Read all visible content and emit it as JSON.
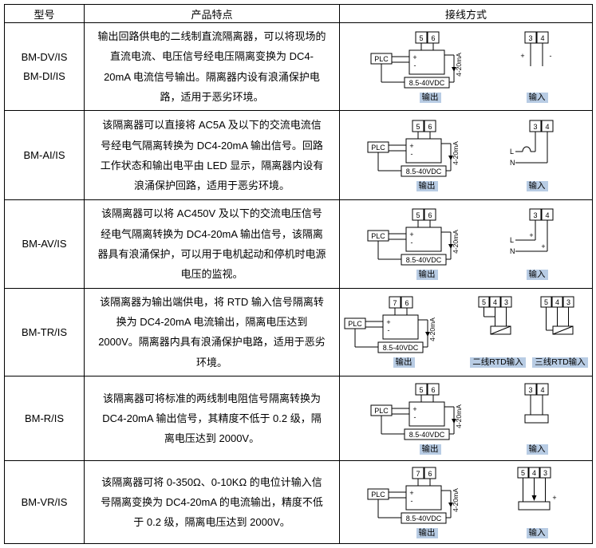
{
  "colors": {
    "label_highlight": "#b8cce4",
    "border": "#000000"
  },
  "sym": {
    "plus": "+",
    "minus": "-"
  },
  "table": {
    "headers": [
      "型号",
      "产品特点",
      "接线方式"
    ],
    "rows": [
      {
        "model": "BM-DV/IS\nBM-DI/IS",
        "features": "输出回路供电的二线制直流隔离器，可以将现场的直流电流、电压信号经电压隔离变换为 DC4-20mA 电流信号输出。隔离器内设有浪涌保护电路，适用于恶劣环境。",
        "out": {
          "plc": "PLC",
          "t1": "5",
          "t2": "6",
          "signal": "4-20mA",
          "supply": "8.5-40VDC",
          "label": "输出"
        },
        "input": {
          "t1": "3",
          "t2": "4",
          "label": "输入"
        }
      },
      {
        "model": "BM-AI/IS",
        "features": "该隔离器可以直接将 AC5A 及以下的交流电流信号经电气隔离转换为 DC4-20mA 输出信号。回路工作状态和输出电平由 LED 显示，隔离器内设有浪涌保护回路，适用于恶劣环境。",
        "out": {
          "plc": "PLC",
          "t1": "5",
          "t2": "6",
          "signal": "4-20mA",
          "supply": "8.5-40VDC",
          "label": "输出"
        },
        "input": {
          "t1": "3",
          "t2": "4",
          "l": "L",
          "n": "N",
          "label": "输入"
        }
      },
      {
        "model": "BM-AV/IS",
        "features": "该隔离器可以将 AC450V 及以下的交流电压信号经电气隔离转换为 DC4-20mA 输出信号，该隔离器具有浪涌保护，可以用于电机起动和停机时电源电压的监视。",
        "out": {
          "plc": "PLC",
          "t1": "5",
          "t2": "6",
          "signal": "4-20mA",
          "supply": "8.5-40VDC",
          "label": "输出"
        },
        "input": {
          "t1": "3",
          "t2": "4",
          "l": "L",
          "n": "N",
          "label": "输入"
        }
      },
      {
        "model": "BM-TR/IS",
        "features": "该隔离器为输出端供电，将 RTD 输入信号隔离转换为 DC4-20mA 电流输出，隔离电压达到 2000V。隔离器内具有浪涌保护电路，适用于恶劣环境。",
        "out": {
          "plc": "PLC",
          "t1": "7",
          "t2": "6",
          "signal": "4-20mA",
          "supply": "8.5-40VDC",
          "label": "输出"
        },
        "rtd2": {
          "t1": "5",
          "t2": "4",
          "t3": "3",
          "label": "二线RTD输入"
        },
        "rtd3": {
          "t1": "5",
          "t2": "4",
          "t3": "3",
          "label": "三线RTD输入"
        }
      },
      {
        "model": "BM-R/IS",
        "features": "该隔离器可将标准的两线制电阻信号隔离转换为 DC4-20mA 输出信号，其精度不低于 0.2 级，隔离电压达到 2000V。",
        "out": {
          "plc": "PLC",
          "t1": "5",
          "t2": "6",
          "signal": "4-20mA",
          "supply": "8.5-40VDC",
          "label": "输出"
        },
        "input": {
          "t1": "3",
          "t2": "4",
          "label": "输入"
        }
      },
      {
        "model": "BM-VR/IS",
        "features": "该隔离器可将 0-350Ω、0-10KΩ 的电位计输入信号隔离变换为 DC4-20mA 的电流输出，精度不低于 0.2 级，隔离电压达到 2000V。",
        "out": {
          "plc": "PLC",
          "t1": "7",
          "t2": "6",
          "signal": "4-20mA",
          "supply": "8.5-40VDC",
          "label": "输出"
        },
        "input": {
          "t1": "5",
          "t2": "4",
          "t3": "3",
          "label": "输入"
        }
      }
    ]
  }
}
